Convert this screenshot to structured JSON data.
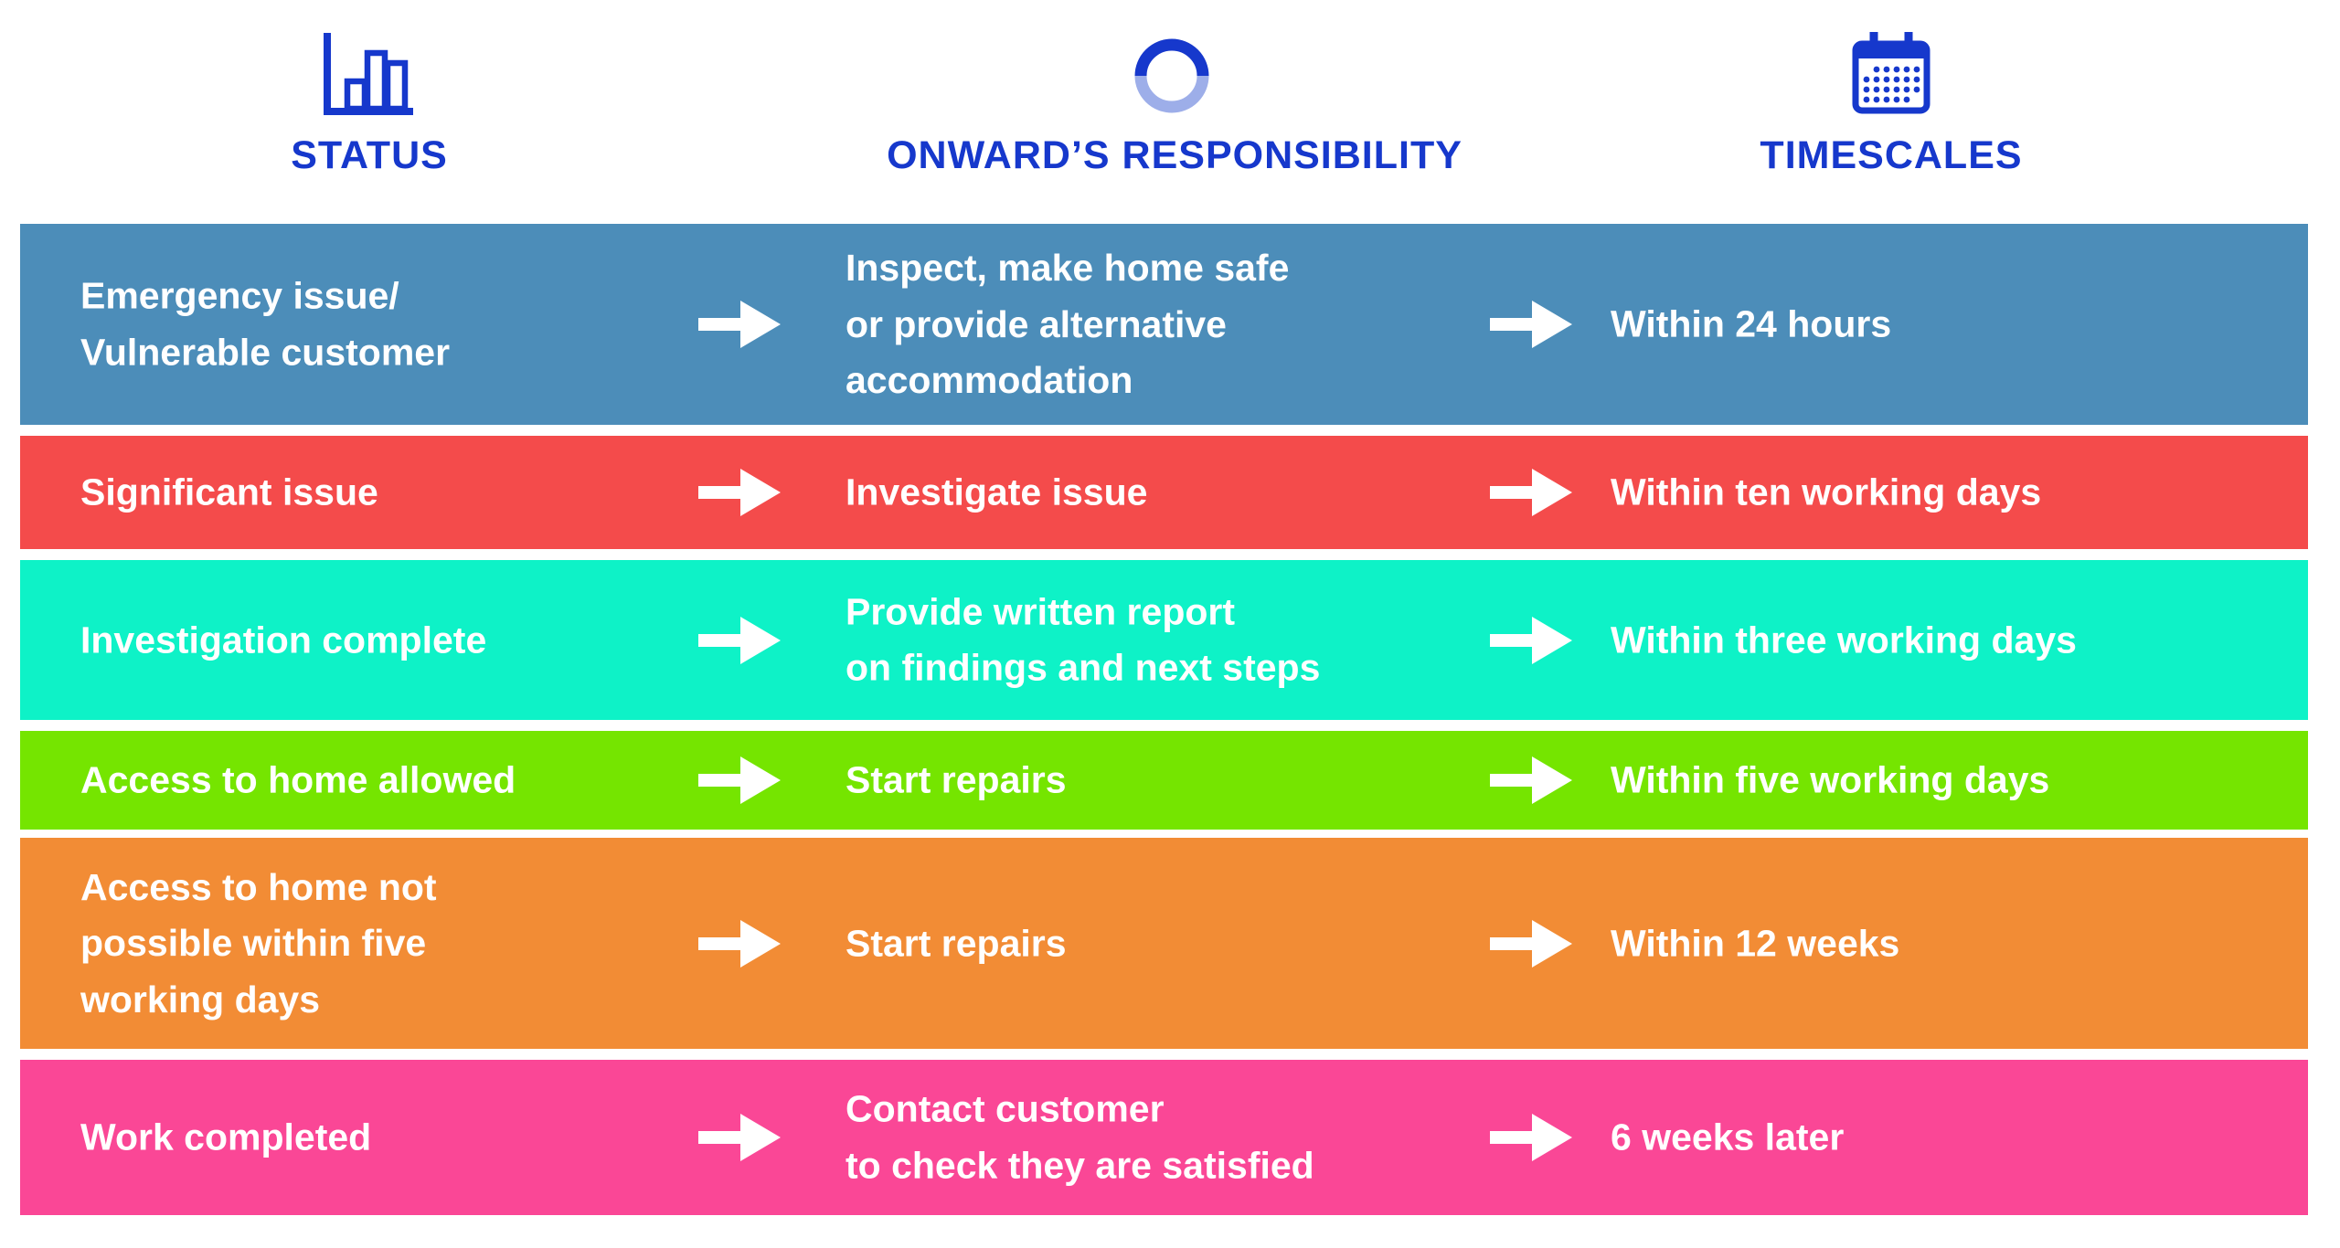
{
  "header": {
    "columns": [
      {
        "label": "STATUS",
        "icon": "bar-chart-icon"
      },
      {
        "label": "ONWARD’S RESPONSIBILITY",
        "icon": "progress-ring-icon"
      },
      {
        "label": "TIMESCALES",
        "icon": "calendar-icon"
      }
    ],
    "accent_color": "#1638CC",
    "ring_light_color": "#9DAEE9"
  },
  "rows": [
    {
      "status": "Emergency issue/\nVulnerable customer",
      "responsibility": "Inspect, make home safe\nor provide alternative\naccommodation",
      "timescale": "Within 24 hours",
      "color": "#4C8DB9"
    },
    {
      "status": "Significant issue",
      "responsibility": "Investigate issue",
      "timescale": "Within ten working days",
      "color": "#F44B4B"
    },
    {
      "status": "Investigation complete",
      "responsibility": "Provide written report\non findings and next steps",
      "timescale": "Within three working days",
      "color": "#0EF2C7"
    },
    {
      "status": "Access to home allowed",
      "responsibility": "Start repairs",
      "timescale": "Within five working days",
      "color": "#75E500"
    },
    {
      "status": "Access to home not\npossible within five\nworking days",
      "responsibility": "Start repairs",
      "timescale": "Within 12 weeks",
      "color": "#F28C35"
    },
    {
      "status": "Work completed",
      "responsibility": "Contact customer\nto check they are satisfied",
      "timescale": "6 weeks later",
      "color": "#FA4796"
    }
  ],
  "text_color": "#FFFFFF"
}
